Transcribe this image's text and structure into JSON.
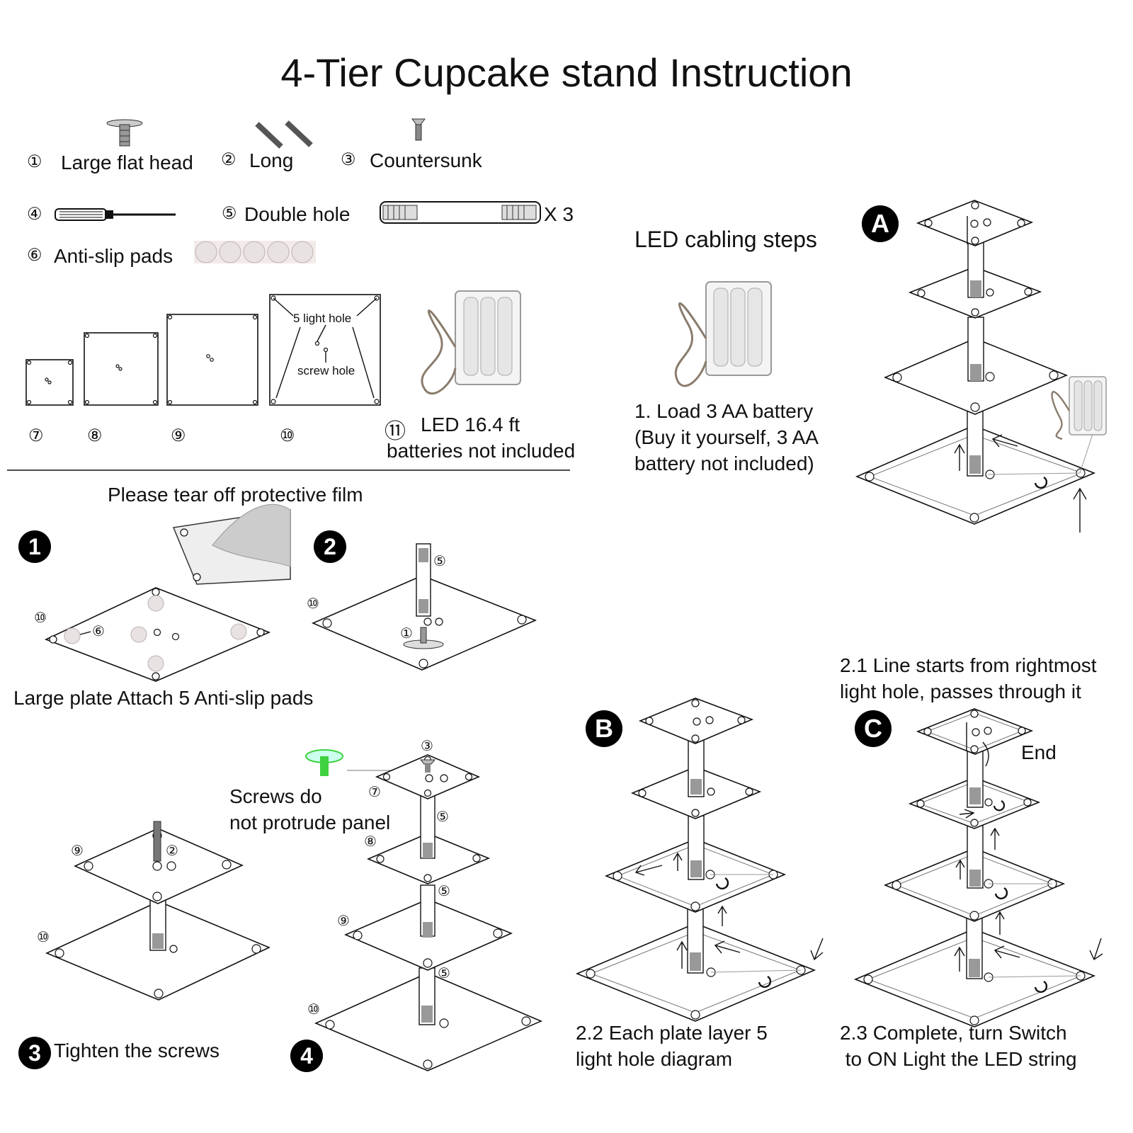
{
  "title": "4-Tier Cupcake stand Instruction",
  "parts": {
    "p1": {
      "num": "①",
      "label": "Large flat head"
    },
    "p2": {
      "num": "②",
      "label": "Long"
    },
    "p3": {
      "num": "③",
      "label": "Countersunk"
    },
    "p4": {
      "num": "④"
    },
    "p5": {
      "num": "⑤",
      "label": "Double hole",
      "qty": "X 3"
    },
    "p6": {
      "num": "⑥",
      "label": "Anti-slip pads"
    },
    "p7": {
      "num": "⑦"
    },
    "p8": {
      "num": "⑧"
    },
    "p9": {
      "num": "⑨"
    },
    "p10": {
      "num": "⑩",
      "light_hole": "5 light hole",
      "screw_hole": "screw hole"
    },
    "p11": {
      "num": "⑪",
      "label": "LED 16.4 ft",
      "note": "batteries not included"
    }
  },
  "steps": {
    "s1": {
      "badge": "1",
      "caption_top": "Please tear off protective film",
      "caption": "Large plate Attach 5 Anti-slip pads",
      "callout_plate": "⑩",
      "callout_pad": "⑥"
    },
    "s2": {
      "badge": "2",
      "callout_plate": "⑩",
      "callout_rod": "⑤",
      "callout_screw": "①"
    },
    "s3": {
      "badge": "3",
      "caption": "Tighten the screws",
      "callout_top": "⑨",
      "callout_screw": "②",
      "callout_bottom": "⑩"
    },
    "s4": {
      "badge": "4",
      "note_line1": "Screws do",
      "note_line2": "not protrude panel",
      "c3": "③",
      "c7": "⑦",
      "c5a": "⑤",
      "c8": "⑧",
      "c5b": "⑤",
      "c9": "⑨",
      "c5c": "⑤",
      "c10": "⑩"
    }
  },
  "led": {
    "heading": "LED cabling steps",
    "stepA": {
      "badge": "A"
    },
    "step1": {
      "line1": "1. Load 3 AA battery",
      "line2": "(Buy it yourself, 3 AA",
      "line3": "battery not included)"
    },
    "stepB": {
      "badge": "B",
      "line1": "2.2 Each plate layer 5",
      "line2": "light hole diagram"
    },
    "stepC": {
      "badge": "C",
      "end": "End",
      "line1": "2.3 Complete, turn Switch",
      "line2": " to ON Light the LED string"
    },
    "step21": {
      "line1": "2.1 Line starts from rightmost",
      "line2": "light hole, passes through it"
    }
  },
  "colors": {
    "badge": "#000000",
    "pad": "#e9e2e2",
    "screw_highlight": "#3fd13f"
  },
  "icons": [
    "flat-head-screw-icon",
    "long-screw-icon",
    "countersunk-screw-icon",
    "screwdriver-icon",
    "double-hole-rod-icon",
    "anti-slip-pad-icon",
    "led-battery-box-icon",
    "protective-film-icon"
  ]
}
